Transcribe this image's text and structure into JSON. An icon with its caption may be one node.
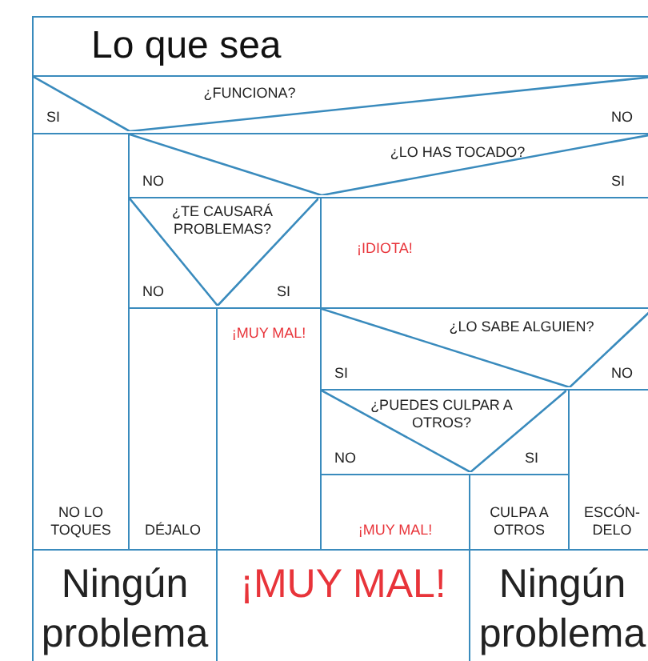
{
  "diagram": {
    "title": "Lo que sea",
    "nodes": [
      {
        "text": [
          "¿FUNCIONA?",
          "SI",
          "NO"
        ]
      },
      {
        "text": [
          "NO LO TOQUES"
        ]
      },
      {
        "text": [
          "¿LO HAS TOCADO?",
          "NO",
          "SI"
        ]
      },
      {
        "text": [
          "¿TE CAUSARÁ PROBLEMAS?",
          "NO",
          "SI"
        ]
      },
      {
        "text": [
          "¡IDIOTA!"
        ]
      },
      {
        "text": [
          "DÉJALO"
        ]
      },
      {
        "text": [
          "¡MUY MAL!"
        ]
      },
      {
        "text": [
          "¿LO SABE ALGUIEN?",
          "SI",
          "NO"
        ]
      },
      {
        "text": [
          "¿PUEDES CULPAR A OTROS?",
          "NO",
          "SI"
        ]
      },
      {
        "text": [
          "ESCÓN-DELO"
        ]
      },
      {
        "text": [
          "¡MUY MAL!"
        ]
      },
      {
        "text": [
          "CULPA A OTROS"
        ]
      },
      {
        "text": [
          "Ningún problema"
        ]
      },
      {
        "text": [
          "¡MUY MAL!"
        ]
      },
      {
        "text": [
          "Ningún problema"
        ]
      }
    ]
  }
}
